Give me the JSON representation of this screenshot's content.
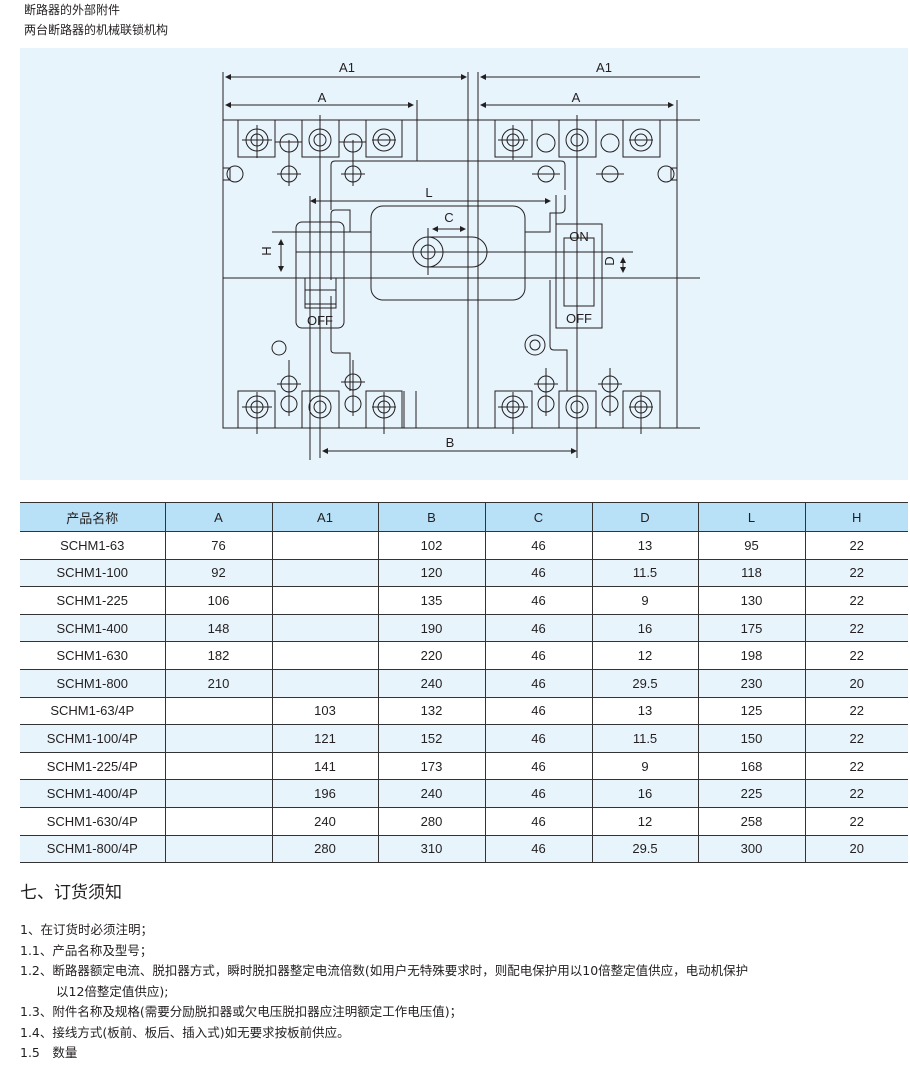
{
  "header": {
    "line1": "断路器的外部附件",
    "line2": "两台断路器的机械联锁机构"
  },
  "diagram": {
    "labels": {
      "A1_left": "A1",
      "A1_right": "A1",
      "A_left": "A",
      "A_right": "A",
      "L": "L",
      "C": "C",
      "H": "H",
      "D": "D",
      "B": "B",
      "ON": "ON",
      "OFF_left": "OFF",
      "OFF_right": "OFF"
    }
  },
  "table": {
    "headers": [
      "产品名称",
      "A",
      "A1",
      "B",
      "C",
      "D",
      "L",
      "H"
    ],
    "rows": [
      [
        "SCHM1-63",
        "76",
        "",
        "102",
        "46",
        "13",
        "95",
        "22"
      ],
      [
        "SCHM1-100",
        "92",
        "",
        "120",
        "46",
        "11.5",
        "118",
        "22"
      ],
      [
        "SCHM1-225",
        "106",
        "",
        "135",
        "46",
        "9",
        "130",
        "22"
      ],
      [
        "SCHM1-400",
        "148",
        "",
        "190",
        "46",
        "16",
        "175",
        "22"
      ],
      [
        "SCHM1-630",
        "182",
        "",
        "220",
        "46",
        "12",
        "198",
        "22"
      ],
      [
        "SCHM1-800",
        "210",
        "",
        "240",
        "46",
        "29.5",
        "230",
        "20"
      ],
      [
        "SCHM1-63/4P",
        "",
        "103",
        "132",
        "46",
        "13",
        "125",
        "22"
      ],
      [
        "SCHM1-100/4P",
        "",
        "121",
        "152",
        "46",
        "11.5",
        "150",
        "22"
      ],
      [
        "SCHM1-225/4P",
        "",
        "141",
        "173",
        "46",
        "9",
        "168",
        "22"
      ],
      [
        "SCHM1-400/4P",
        "",
        "196",
        "240",
        "46",
        "16",
        "225",
        "22"
      ],
      [
        "SCHM1-630/4P",
        "",
        "240",
        "280",
        "46",
        "12",
        "258",
        "22"
      ],
      [
        "SCHM1-800/4P",
        "",
        "280",
        "310",
        "46",
        "29.5",
        "300",
        "20"
      ]
    ]
  },
  "section": {
    "title": "七、订货须知"
  },
  "notes": [
    "1、在订货时必须注明；",
    "1.1、产品名称及型号；",
    "1.2、断路器额定电流、脱扣器方式，瞬时脱扣器整定电流倍数(如用户无特殊要求时，则配电保护用以10倍整定值供应，电动机保护",
    "以12倍整定值供应);",
    "1.3、附件名称及规格(需要分励脱扣器或欠电压脱扣器应注明额定工作电压值)；",
    "1.4、接线方式(板前、板后、插入式)如无要求按板前供应。",
    "1.5　数量"
  ]
}
